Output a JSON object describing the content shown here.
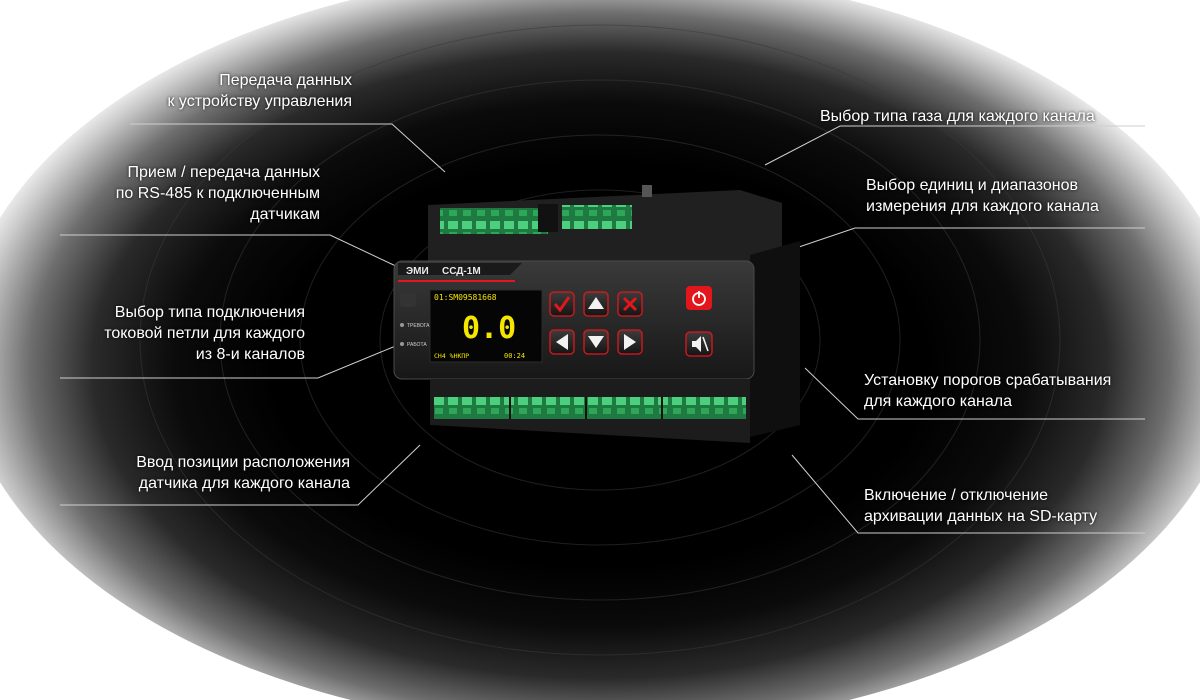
{
  "callouts_left": [
    {
      "id": "data-transfer",
      "text": "Передача данных\nк устройству управления"
    },
    {
      "id": "rs485",
      "text": "Прием / передача данных\nпо RS-485 к подключенным\nдатчикам"
    },
    {
      "id": "current-loop",
      "text": "Выбор типа подключения\nтоковой петли для каждого\nиз 8-и каналов"
    },
    {
      "id": "position",
      "text": "Ввод позиции расположения\nдатчика для каждого канала"
    }
  ],
  "callouts_right": [
    {
      "id": "gas-type",
      "text": "Выбор типа газа для каждого канала"
    },
    {
      "id": "units",
      "text": "Выбор единиц и диапазонов\nизмерения для каждого канала"
    },
    {
      "id": "thresholds",
      "text": "Установку порогов срабатывания\nдля каждого канала"
    },
    {
      "id": "archive",
      "text": "Включение / отключение\nархивации данных на SD-карту"
    }
  ],
  "device": {
    "brand": "ЭМИ",
    "model": "ССД-1М",
    "led_alarm": "ТРЕВОГА",
    "led_work": "РАБОТА",
    "screen": {
      "top_line": "01:SM09581668",
      "value": "0.0",
      "bottom_left": "CH4 %НКПР",
      "bottom_right": "00:24"
    },
    "buttons": [
      "confirm",
      "up",
      "cancel",
      "left",
      "down",
      "right",
      "power",
      "sound-off"
    ]
  },
  "colors": {
    "accent_red": "#e3161b",
    "screen_yellow": "#f5e600",
    "terminal_green": "#3fbf6a"
  }
}
